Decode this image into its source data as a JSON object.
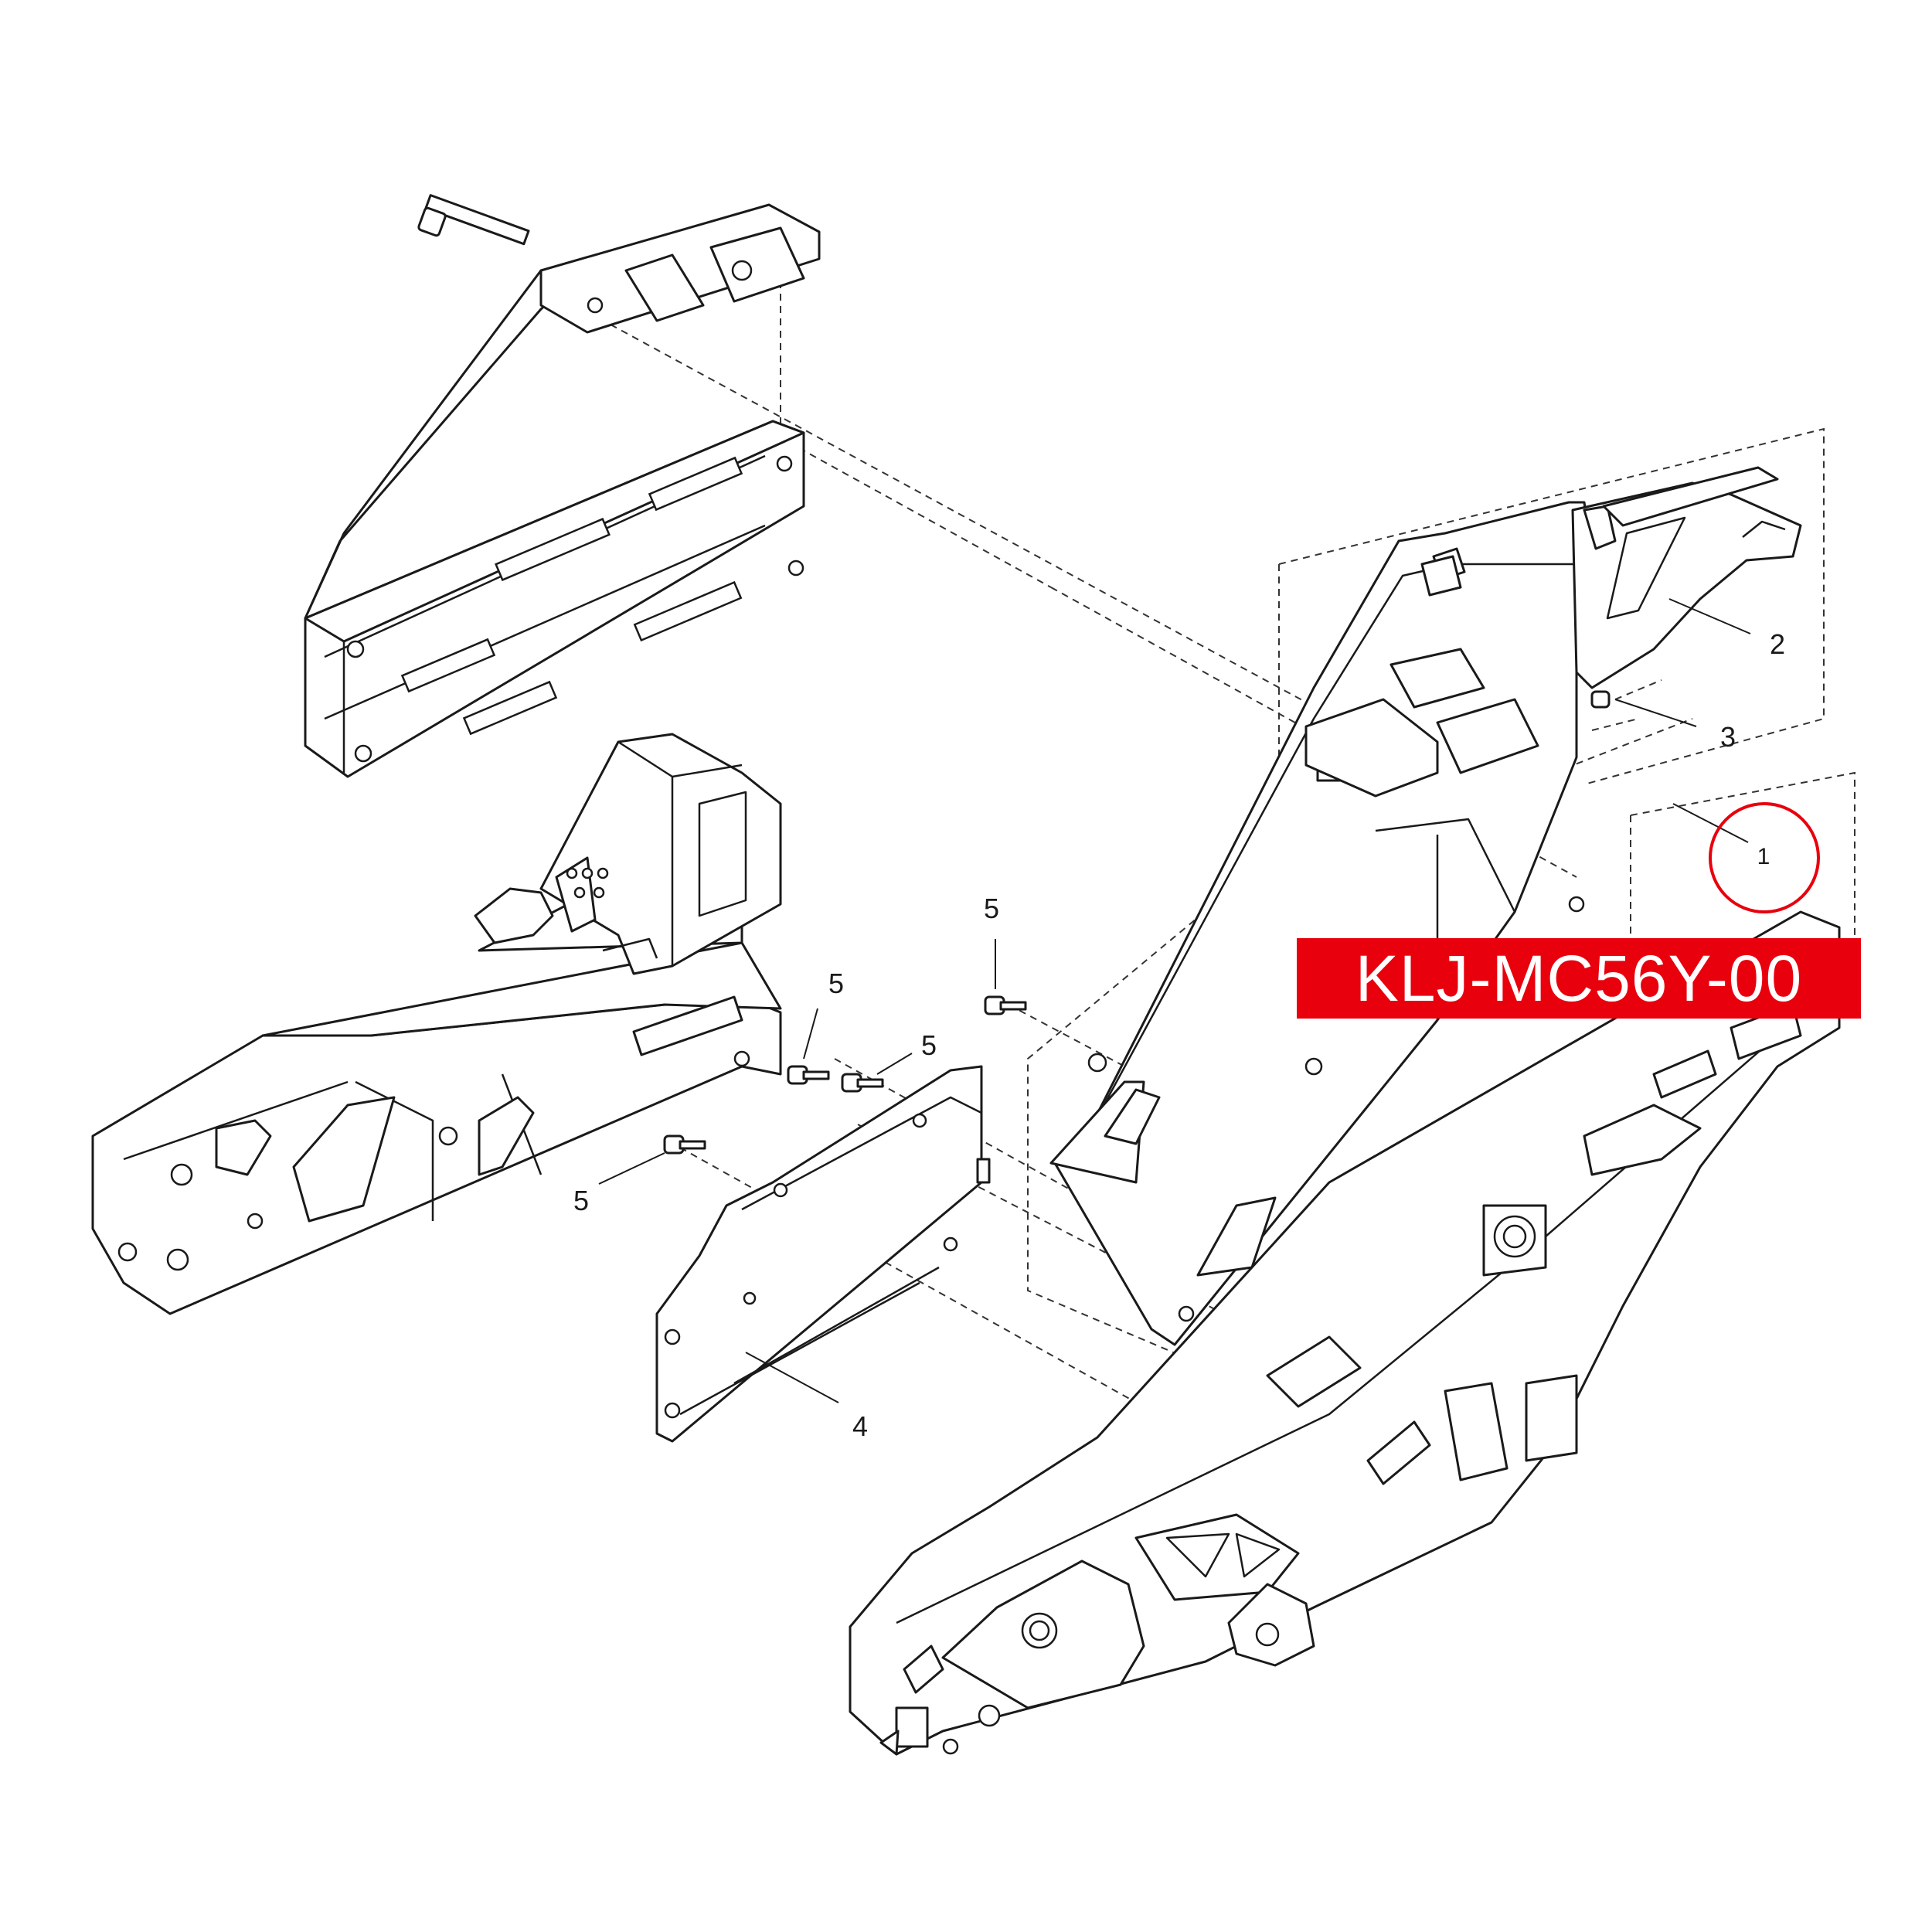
{
  "badge": {
    "part_number": "KLJ-MC56Y-00",
    "background_color": "#e8000d",
    "text_color": "#ffffff"
  },
  "callouts": {
    "item_1": "1",
    "item_2": "2",
    "item_3": "3",
    "item_4": "4",
    "item_5": "5"
  },
  "highlight_color": "#e8000d"
}
